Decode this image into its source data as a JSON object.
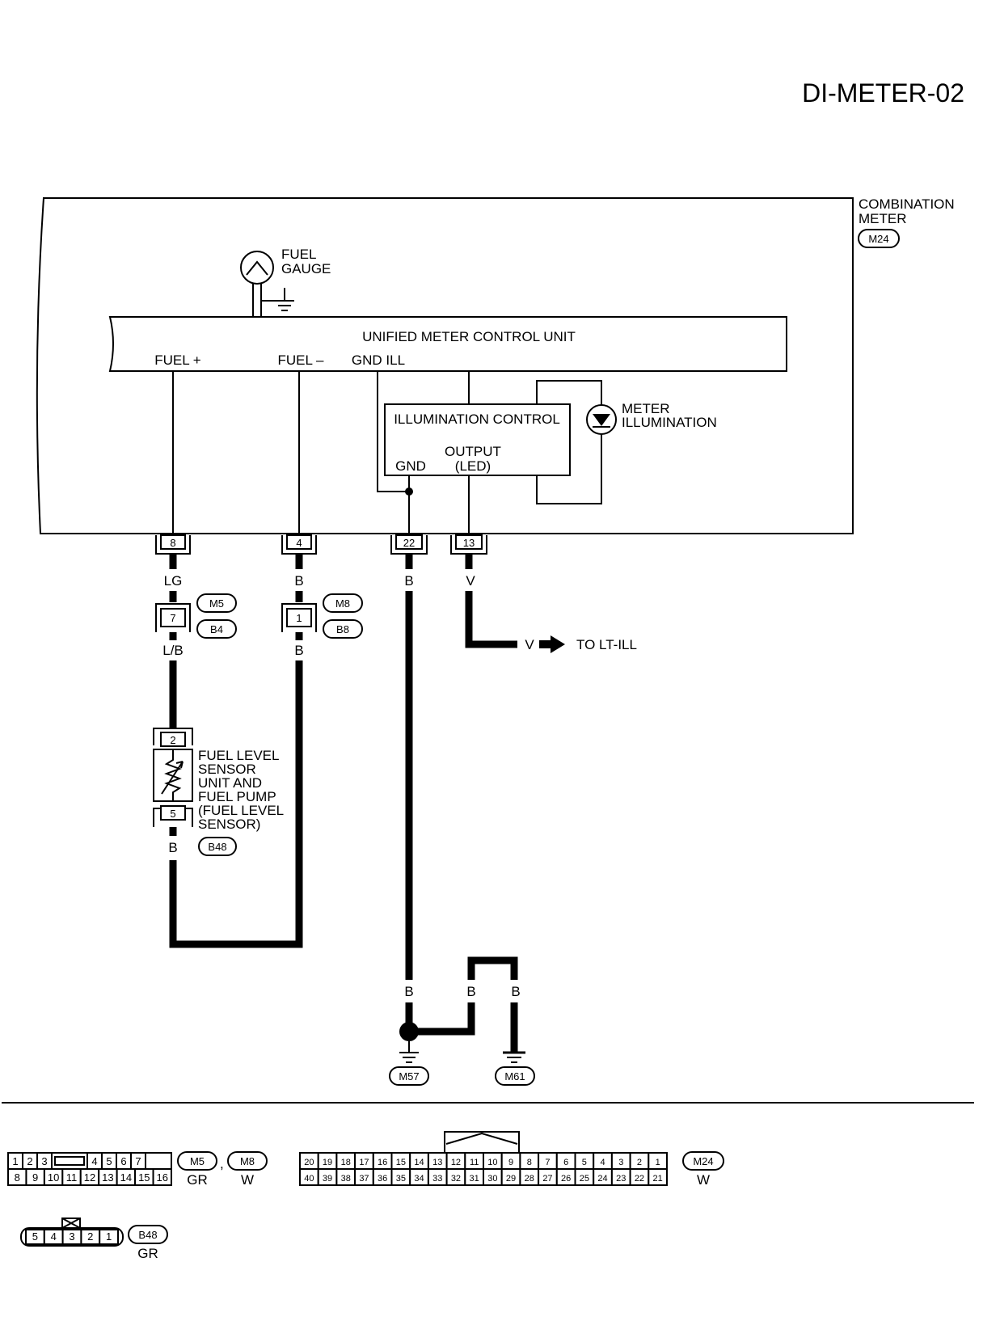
{
  "page_title": "DI-METER-02",
  "combination_meter": {
    "line1": "COMBINATION",
    "line2": "METER",
    "connector": "M24"
  },
  "fuel_gauge": {
    "line1": "FUEL",
    "line2": "GAUGE"
  },
  "control_unit": {
    "title": "UNIFIED METER CONTROL UNIT",
    "pin_fuel_plus": "FUEL +",
    "pin_fuel_minus": "FUEL –",
    "pin_gnd_ill": "GND ILL"
  },
  "illumination_control": {
    "title": "ILLUMINATION CONTROL",
    "output_line1": "OUTPUT",
    "output_line2": "(LED)",
    "gnd": "GND"
  },
  "meter_illumination": {
    "line1": "METER",
    "line2": "ILLUMINATION"
  },
  "terminals": {
    "t8": "8",
    "t4": "4",
    "t22": "22",
    "t13": "13"
  },
  "wire_colors": {
    "w8_top": "LG",
    "w4_top": "B",
    "w22_top": "B",
    "w13_top": "V",
    "w8_mid": "L/B",
    "w4_mid": "B",
    "w_sensor_bottom": "B",
    "w_arrow": "V",
    "w_m57": "B",
    "w_m61_a": "B",
    "w_m61_b": "B"
  },
  "inline_connectors": {
    "left": {
      "pin": "7",
      "upper": "M5",
      "lower": "B4"
    },
    "right": {
      "pin": "1",
      "upper": "M8",
      "lower": "B8"
    }
  },
  "to_lt_ill": "TO LT-ILL",
  "sensor": {
    "pin_top": "2",
    "pin_bottom": "5",
    "lines": [
      "FUEL LEVEL",
      "SENSOR",
      "UNIT AND",
      "FUEL PUMP",
      "(FUEL LEVEL",
      "SENSOR)"
    ],
    "connector": "B48"
  },
  "grounds": {
    "left": "M57",
    "right": "M61"
  },
  "connector_views": {
    "m5_m8": {
      "row1": [
        "1",
        "2",
        "3",
        "",
        "4",
        "5",
        "6",
        "7"
      ],
      "row2": [
        "8",
        "9",
        "10",
        "11",
        "12",
        "13",
        "14",
        "15",
        "16"
      ],
      "id1": "M5",
      "separator": ",",
      "id2": "M8",
      "color1": "GR",
      "color2": "W"
    },
    "m24": {
      "row1": [
        "20",
        "19",
        "18",
        "17",
        "16",
        "15",
        "14",
        "13",
        "12",
        "11",
        "10",
        "9",
        "8",
        "7",
        "6",
        "5",
        "4",
        "3",
        "2",
        "1"
      ],
      "row2": [
        "40",
        "39",
        "38",
        "37",
        "36",
        "35",
        "34",
        "33",
        "32",
        "31",
        "30",
        "29",
        "28",
        "27",
        "26",
        "25",
        "24",
        "23",
        "22",
        "21"
      ],
      "id": "M24",
      "color": "W"
    },
    "b48": {
      "pins": [
        "5",
        "4",
        "3",
        "2",
        "1"
      ],
      "id": "B48",
      "color": "GR"
    }
  }
}
